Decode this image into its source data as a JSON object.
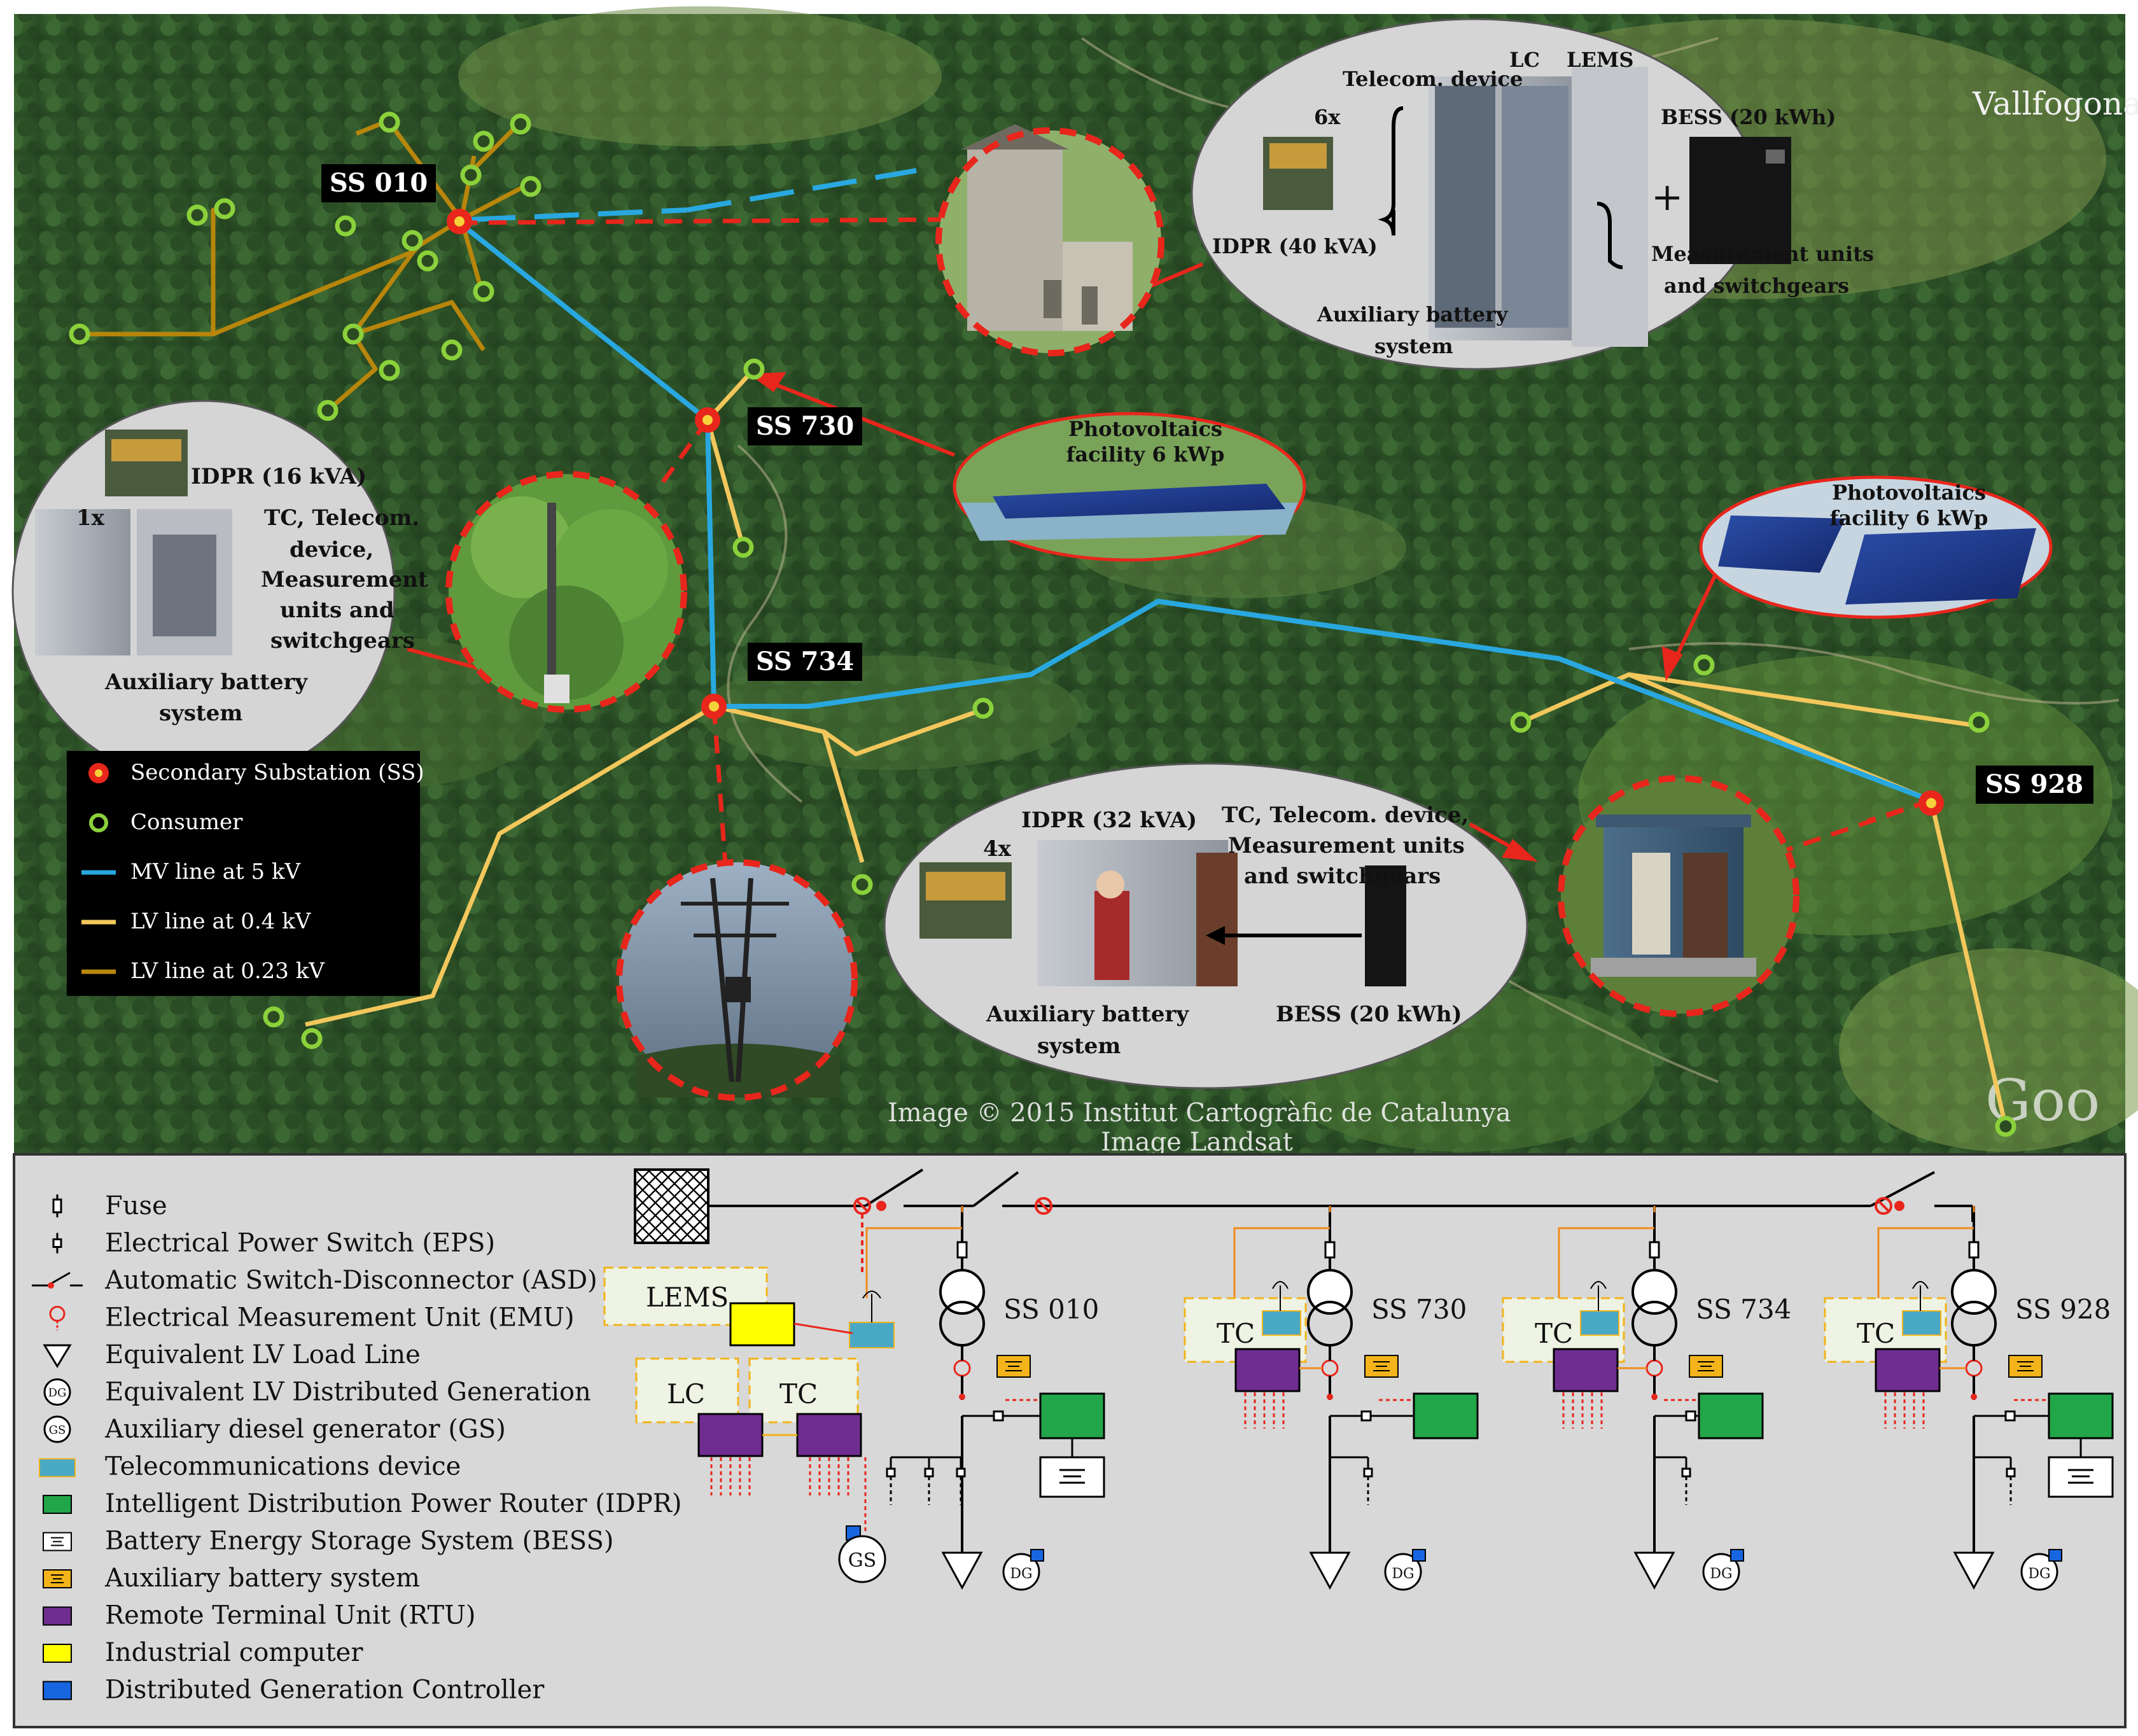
{
  "map": {
    "place_label": "Vallfogona",
    "credit": "Image © 2015 Institut Cartogràfic de Catalunya",
    "credit2": "Image Landsat",
    "google_mark": "Goo",
    "substations": {
      "ss010": "SS 010",
      "ss730": "SS 730",
      "ss734": "SS 734",
      "ss928": "SS 928"
    },
    "callouts": {
      "ss010": {
        "telecom": "Telecom. device",
        "lc": "LC",
        "lems": "LEMS",
        "qty": "6x",
        "bess": "BESS (20 kWh)",
        "plus": "+",
        "idpr": "IDPR (40 kVA)",
        "meas1": "Measurement units",
        "meas2": "and switchgears",
        "aux1": "Auxiliary battery",
        "aux2": "system"
      },
      "ss730": {
        "idpr": "IDPR (16 kVA)",
        "qty": "1x",
        "tc1": "TC, Telecom.",
        "tc2": "device,",
        "tc3": "Measurement",
        "tc4": "units and",
        "tc5": "switchgears",
        "aux1": "Auxiliary battery",
        "aux2": "system"
      },
      "pv730": {
        "l1": "Photovoltaics",
        "l2": "facility 6 kWp"
      },
      "pv928": {
        "l1": "Photovoltaics",
        "l2": "facility 6 kWp"
      },
      "ss928": {
        "idpr": "IDPR (32 kVA)",
        "qty": "4x",
        "tc1": "TC, Telecom. device,",
        "tc2": "Measurement units",
        "tc3": "and switchgears",
        "aux1": "Auxiliary battery",
        "aux2": "system",
        "bess": "BESS (20 kWh)"
      }
    },
    "legend": [
      {
        "label": "Secondary Substation (SS)",
        "kind": "ss"
      },
      {
        "label": "Consumer",
        "kind": "consumer"
      },
      {
        "label": "MV line at 5 kV",
        "kind": "line",
        "color": "#29a8e0"
      },
      {
        "label": "LV line at 0.4 kV",
        "kind": "line",
        "color": "#f2c75c"
      },
      {
        "label": "LV line at 0.23 kV",
        "kind": "line",
        "color": "#b8860b"
      }
    ]
  },
  "schematic": {
    "legend": [
      {
        "label": "Fuse",
        "icon": "fuse-icon"
      },
      {
        "label": "Electrical Power Switch (EPS)",
        "icon": "eps-icon"
      },
      {
        "label": "Automatic Switch-Disconnector (ASD)",
        "icon": "asd-icon"
      },
      {
        "label": "Electrical Measurement Unit (EMU)",
        "icon": "emu-icon"
      },
      {
        "label": "Equivalent LV Load Line",
        "icon": "load-triangle-icon"
      },
      {
        "label": "Equivalent LV Distributed Generation",
        "icon": "dg-icon"
      },
      {
        "label": "Auxiliary diesel generator (GS)",
        "icon": "gs-icon"
      },
      {
        "label": "Telecommunications device",
        "icon": "telecom-icon"
      },
      {
        "label": "Intelligent Distribution Power Router (IDPR)",
        "icon": "idpr-icon"
      },
      {
        "label": "Battery Energy Storage System (BESS)",
        "icon": "bess-icon"
      },
      {
        "label": "Auxiliary battery system",
        "icon": "aux-battery-icon"
      },
      {
        "label": "Remote Terminal Unit (RTU)",
        "icon": "rtu-icon"
      },
      {
        "label": "Industrial computer",
        "icon": "industrial-computer-icon"
      },
      {
        "label": "Distributed Generation Controller",
        "icon": "dg-controller-icon"
      }
    ],
    "substations": [
      "SS 010",
      "SS 730",
      "SS 734",
      "SS 928"
    ],
    "boxes": {
      "lems": "LEMS",
      "lc": "LC",
      "tc": "TC"
    },
    "dg": "DG",
    "gs": "GS"
  },
  "colors": {
    "mv_line": "#29a8e0",
    "lv_04": "#f2c75c",
    "lv_023": "#b8860b",
    "ss_marker": "#e8261c",
    "consumer_ring": "#8bd13b",
    "idpr": "#22a64a",
    "rtu": "#6f2d91",
    "telecom": "#49a9c5",
    "industrial_pc": "#ffff00",
    "aux_battery": "#f2b31b",
    "dg_controller": "#1766e0",
    "panel_bg": "#d8d8d8"
  }
}
